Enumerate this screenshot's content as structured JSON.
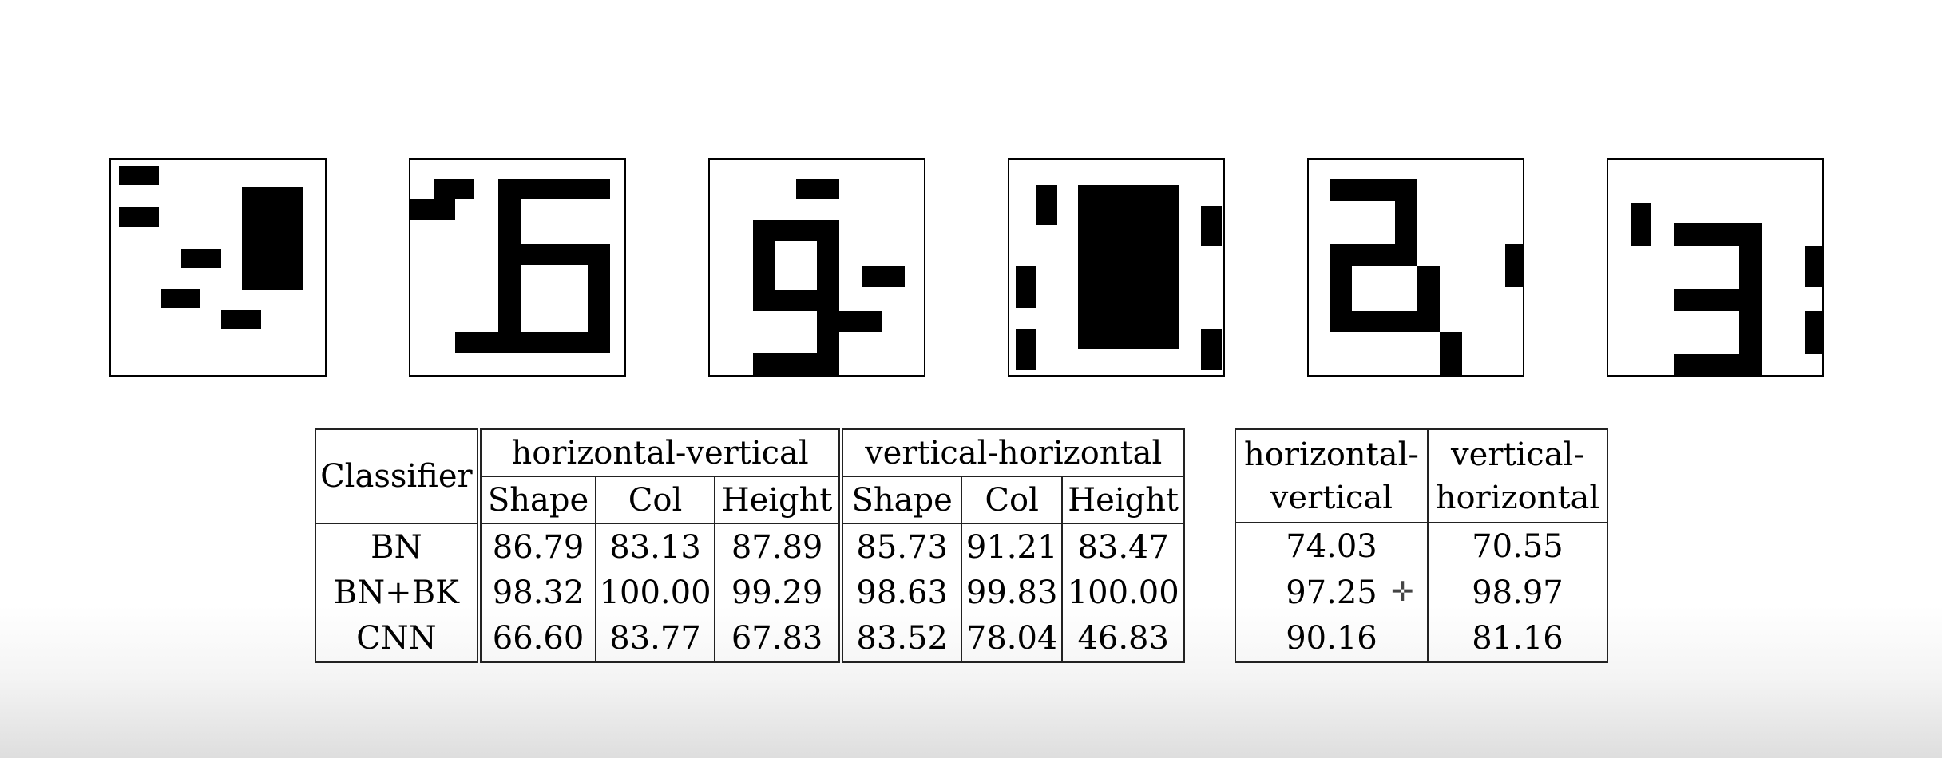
{
  "pattern_panels": [
    {
      "name": "noise-bars"
    },
    {
      "name": "digit-6"
    },
    {
      "name": "digit-9"
    },
    {
      "name": "block-0"
    },
    {
      "name": "digit-2"
    },
    {
      "name": "digit-3"
    }
  ],
  "main_table": {
    "classifier_header": "Classifier",
    "group_headers": [
      "horizontal-vertical",
      "vertical-horizontal"
    ],
    "sub_headers": [
      "Shape",
      "Col",
      "Height",
      "Shape",
      "Col",
      "Height"
    ],
    "rows": [
      {
        "classifier": "BN",
        "values": [
          "86.79",
          "83.13",
          "87.89",
          "85.73",
          "91.21",
          "83.47"
        ]
      },
      {
        "classifier": "BN+BK",
        "values": [
          "98.32",
          "100.00",
          "99.29",
          "98.63",
          "99.83",
          "100.00"
        ]
      },
      {
        "classifier": "CNN",
        "values": [
          "66.60",
          "83.77",
          "67.83",
          "83.52",
          "78.04",
          "46.83"
        ]
      }
    ]
  },
  "side_table": {
    "headers": [
      {
        "line1": "horizontal-",
        "line2": "vertical"
      },
      {
        "line1": "vertical-",
        "line2": "horizontal"
      }
    ],
    "rows": [
      [
        "74.03",
        "70.55"
      ],
      [
        "97.25",
        "98.97"
      ],
      [
        "90.16",
        "81.16"
      ]
    ]
  },
  "cursor_icon": "crosshair-cursor-icon"
}
